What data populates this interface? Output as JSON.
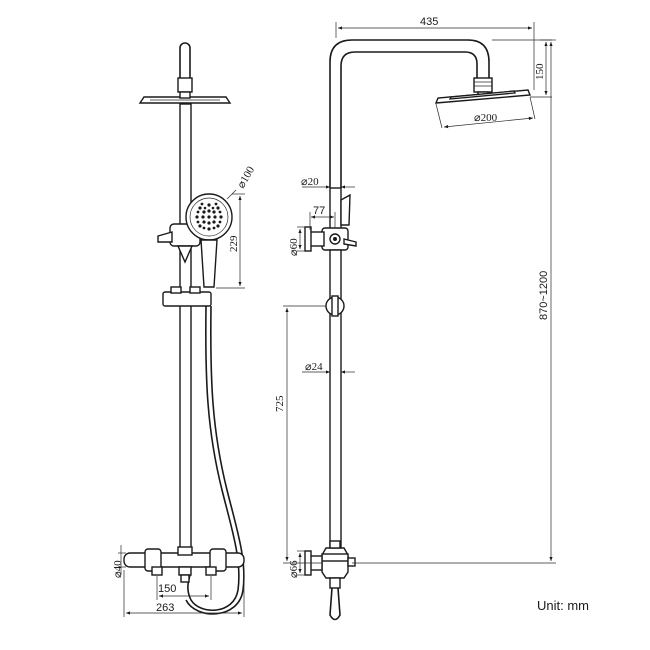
{
  "dimensions": {
    "arm_length": "435",
    "head_height": "150",
    "head_diameter": "⌀200",
    "hand_shower_diameter": "⌀100",
    "hand_shower_height": "229",
    "pipe_top_diameter": "⌀20",
    "bracket_offset": "77",
    "bracket_diameter": "⌀60",
    "pipe_diameter": "⌀24",
    "slider_to_valve": "725",
    "total_height": "870~1200",
    "valve_height": "⌀40",
    "valve_side_diameter": "⌀66",
    "inlet_spacing": "150",
    "valve_width": "263"
  },
  "unit": "Unit: mm"
}
